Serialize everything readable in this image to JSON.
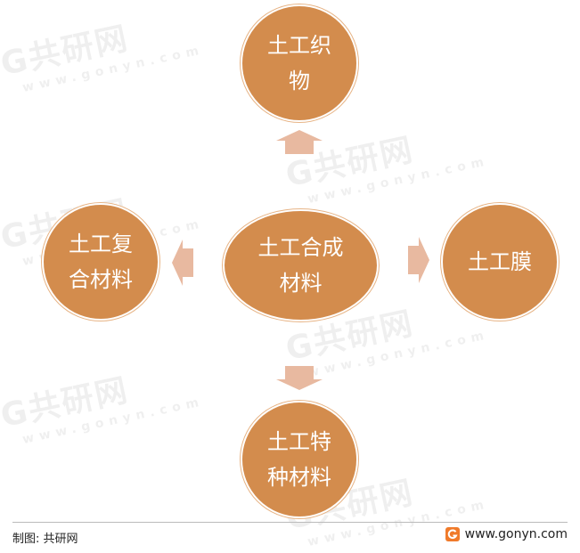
{
  "watermark": {
    "brand": "共研网",
    "url": "www.gonyn.com"
  },
  "diagram": {
    "center": "土工合成\n材料",
    "top": "土工织\n物",
    "right": "土工膜",
    "bottom": "土工特\n种材料",
    "left": "土工复\n合材料"
  },
  "footer": {
    "source_label": "制图: 共研网",
    "site_url": "www.gonyn.com"
  },
  "colors": {
    "node_fill": "#d38c4d",
    "arrow_fill": "#e8b9a0",
    "logo_orange": "#f07a2a"
  },
  "icons": [
    "arrow-up-icon",
    "arrow-right-icon",
    "arrow-down-icon",
    "arrow-left-icon",
    "gonyn-logo-icon"
  ]
}
